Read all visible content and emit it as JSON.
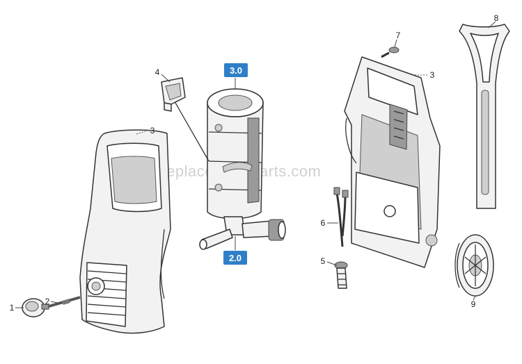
{
  "watermark": "eReplacementParts.com",
  "reference_tags": {
    "top": "3.0",
    "bottom": "2.0"
  },
  "callouts": {
    "c1": "1",
    "c2": "2",
    "c3_front": "3",
    "c3_rear": "3",
    "c4": "4",
    "c5": "5",
    "c6": "6",
    "c7": "7",
    "c8": "8",
    "c9": "9"
  },
  "colors": {
    "tag_fill": "#2f7fc8",
    "line": "#333333"
  }
}
